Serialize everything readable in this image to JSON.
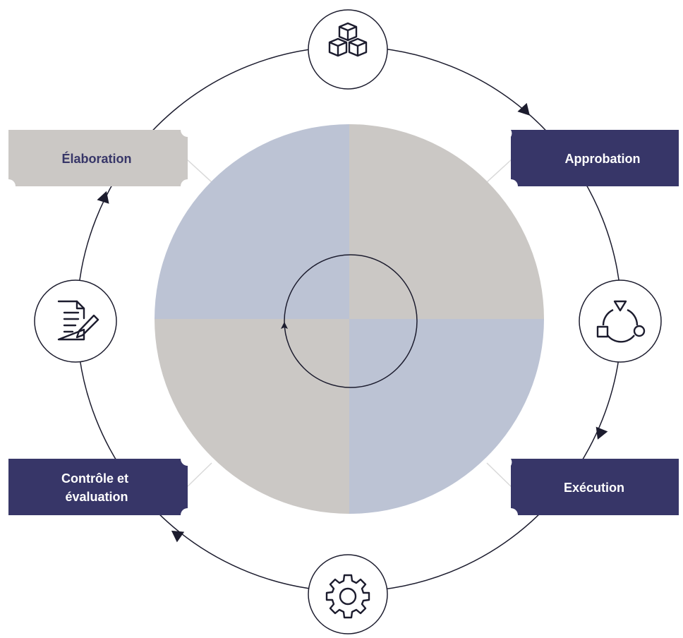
{
  "colors": {
    "navy": "#373668",
    "gray": "#cbc8c5",
    "blue_gray": "#bcc3d4",
    "line": "#1c1c2e",
    "connector": "#d9d9d9",
    "white": "#ffffff"
  },
  "stages": [
    {
      "id": "elaboration",
      "label_lines": [
        "Élaboration"
      ],
      "style": "gray",
      "side": "left"
    },
    {
      "id": "approbation",
      "label_lines": [
        "Approbation"
      ],
      "style": "navy",
      "side": "right"
    },
    {
      "id": "execution",
      "label_lines": [
        "Exécution"
      ],
      "style": "navy",
      "side": "right"
    },
    {
      "id": "controle",
      "label_lines": [
        "Contrôle et",
        "évaluation"
      ],
      "style": "navy",
      "side": "left"
    }
  ],
  "icons": [
    {
      "id": "top",
      "name": "cubes-icon"
    },
    {
      "id": "right",
      "name": "cycle-shapes-icon"
    },
    {
      "id": "bottom",
      "name": "gear-icon"
    },
    {
      "id": "left",
      "name": "document-edit-icon"
    }
  ]
}
